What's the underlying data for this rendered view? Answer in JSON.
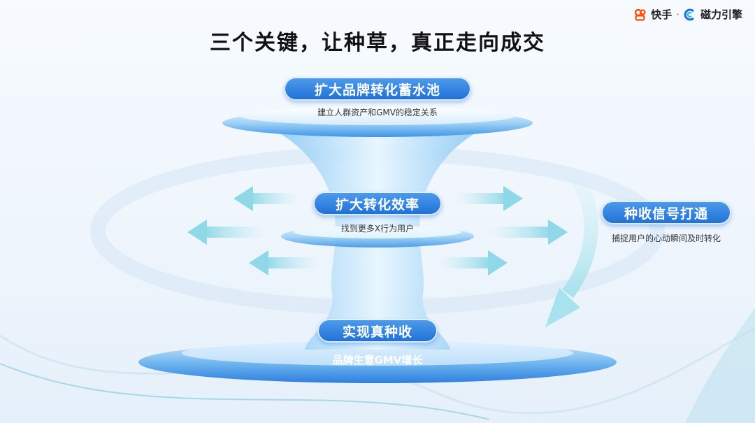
{
  "brand": {
    "kuaishou_label": "快手",
    "separator": "·",
    "cili_label": "磁力引擎"
  },
  "title": "三个关键，让种草，真正走向成交",
  "stages": {
    "top": {
      "label": "扩大品牌转化蓄水池",
      "sub": "建立人群资产和GMV的稳定关系"
    },
    "middle": {
      "label": "扩大转化效率",
      "sub": "找到更多X行为用户"
    },
    "bottom": {
      "label": "实现真种收",
      "sub": "品牌生意GMV增长"
    },
    "side": {
      "label": "种收信号打通",
      "sub": "捕捉用户的心动瞬间及时转化"
    }
  },
  "colors": {
    "accent": "#1f6fd6",
    "funnel": "#8fcdf5",
    "arrow": "#9fdcea"
  },
  "icons": [
    "kuaishou-logo-icon",
    "cili-engine-logo-icon",
    "arrow-left-icon",
    "arrow-right-icon",
    "curved-arrow-down-icon"
  ]
}
